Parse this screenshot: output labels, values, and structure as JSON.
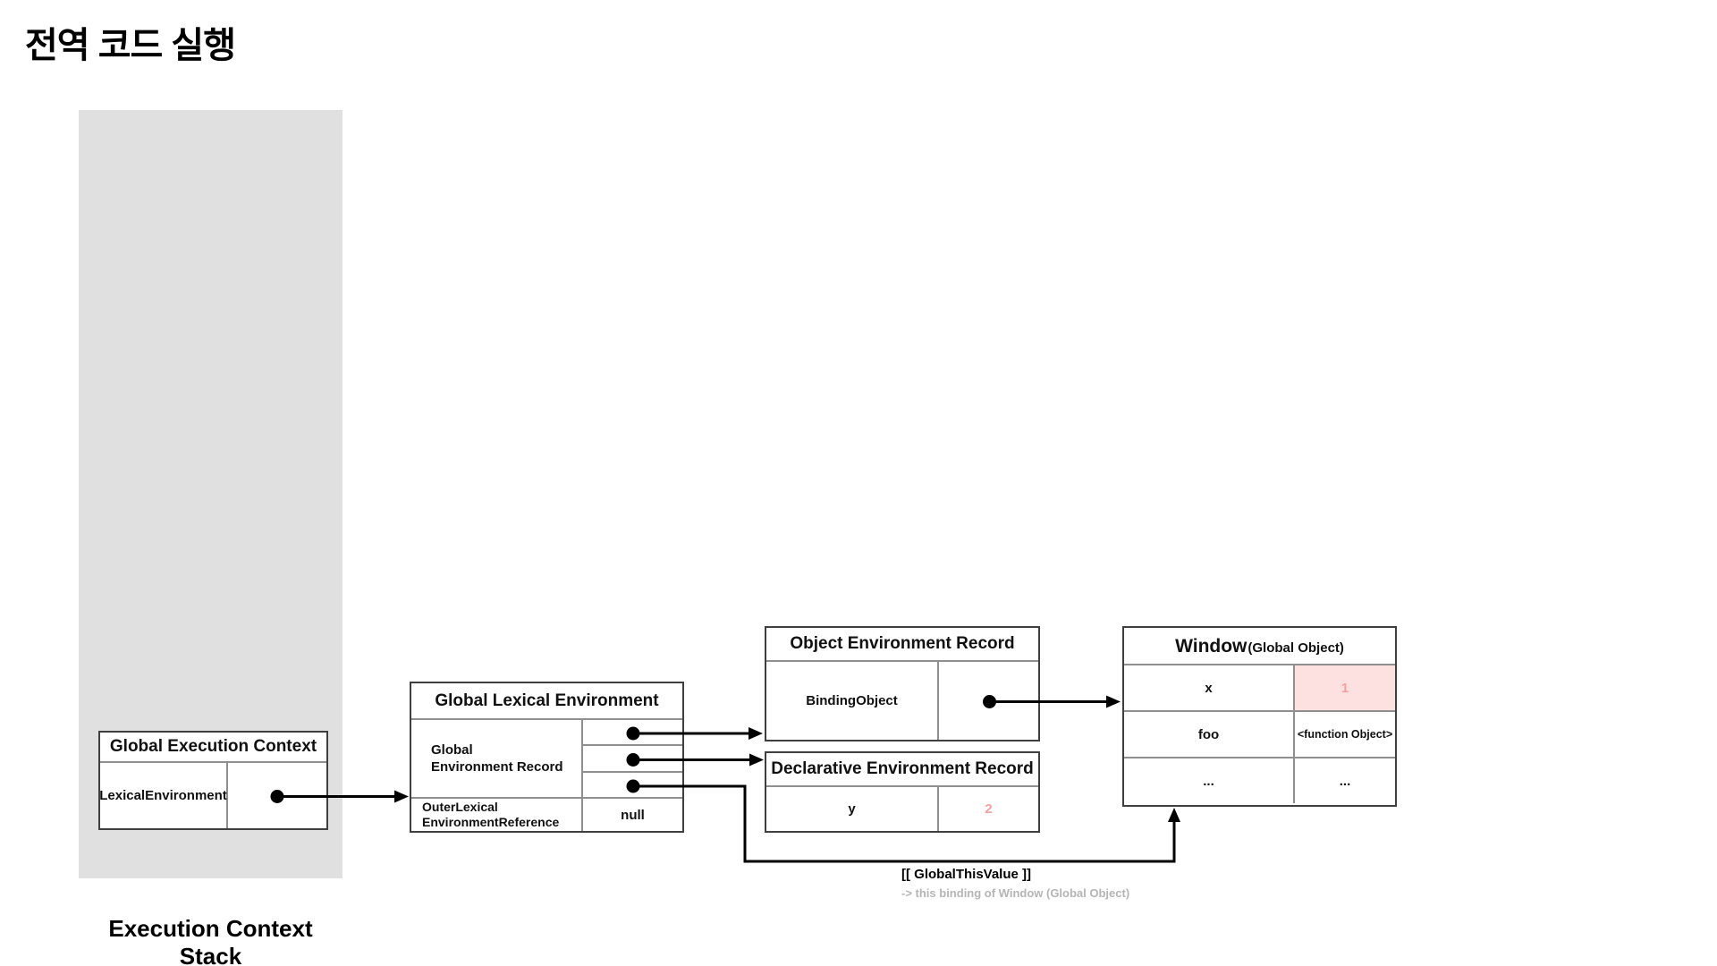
{
  "page": {
    "title": "전역 코드 실행",
    "stack_caption": "Execution Context Stack"
  },
  "colors": {
    "stack_bg": "#e0e0e0",
    "border_dark": "#3f3f3f",
    "border_light": "#8f8f8f",
    "highlight_bg": "#fde1e1",
    "highlight_text": "#f5a0a0",
    "muted_text": "#b5b5b5"
  },
  "global_execution_context": {
    "title": "Global Execution Context",
    "rows": [
      {
        "label": "LexicalEnvironment",
        "value": "pointer-to-global-lexical-environment"
      }
    ]
  },
  "global_lexical_environment": {
    "title": "Global Lexical Environment",
    "record_line1": "Global",
    "record_line2": "Environment Record",
    "record_pointers": [
      "object-environment-record",
      "declarative-environment-record",
      "global-this-value"
    ],
    "outer_ref_line1": "OuterLexical",
    "outer_ref_line2": "EnvironmentReference",
    "outer_ref_value": "null"
  },
  "object_environment_record": {
    "title": "Object Environment Record",
    "binding_label": "BindingObject",
    "binding_value": "pointer-to-window"
  },
  "declarative_environment_record": {
    "title": "Declarative Environment Record",
    "entries": [
      {
        "key": "y",
        "value": "2"
      }
    ]
  },
  "window_object": {
    "title": "Window",
    "subtitle": "(Global Object)",
    "entries": [
      {
        "key": "x",
        "value": "1",
        "highlighted": true
      },
      {
        "key": "foo",
        "value": "<function Object>",
        "highlighted": false
      },
      {
        "key": "...",
        "value": "...",
        "highlighted": false
      }
    ]
  },
  "annotations": {
    "global_this_label": "[[ GlobalThisValue ]]",
    "global_this_caption": "-> this binding of Window (Global Object)"
  }
}
